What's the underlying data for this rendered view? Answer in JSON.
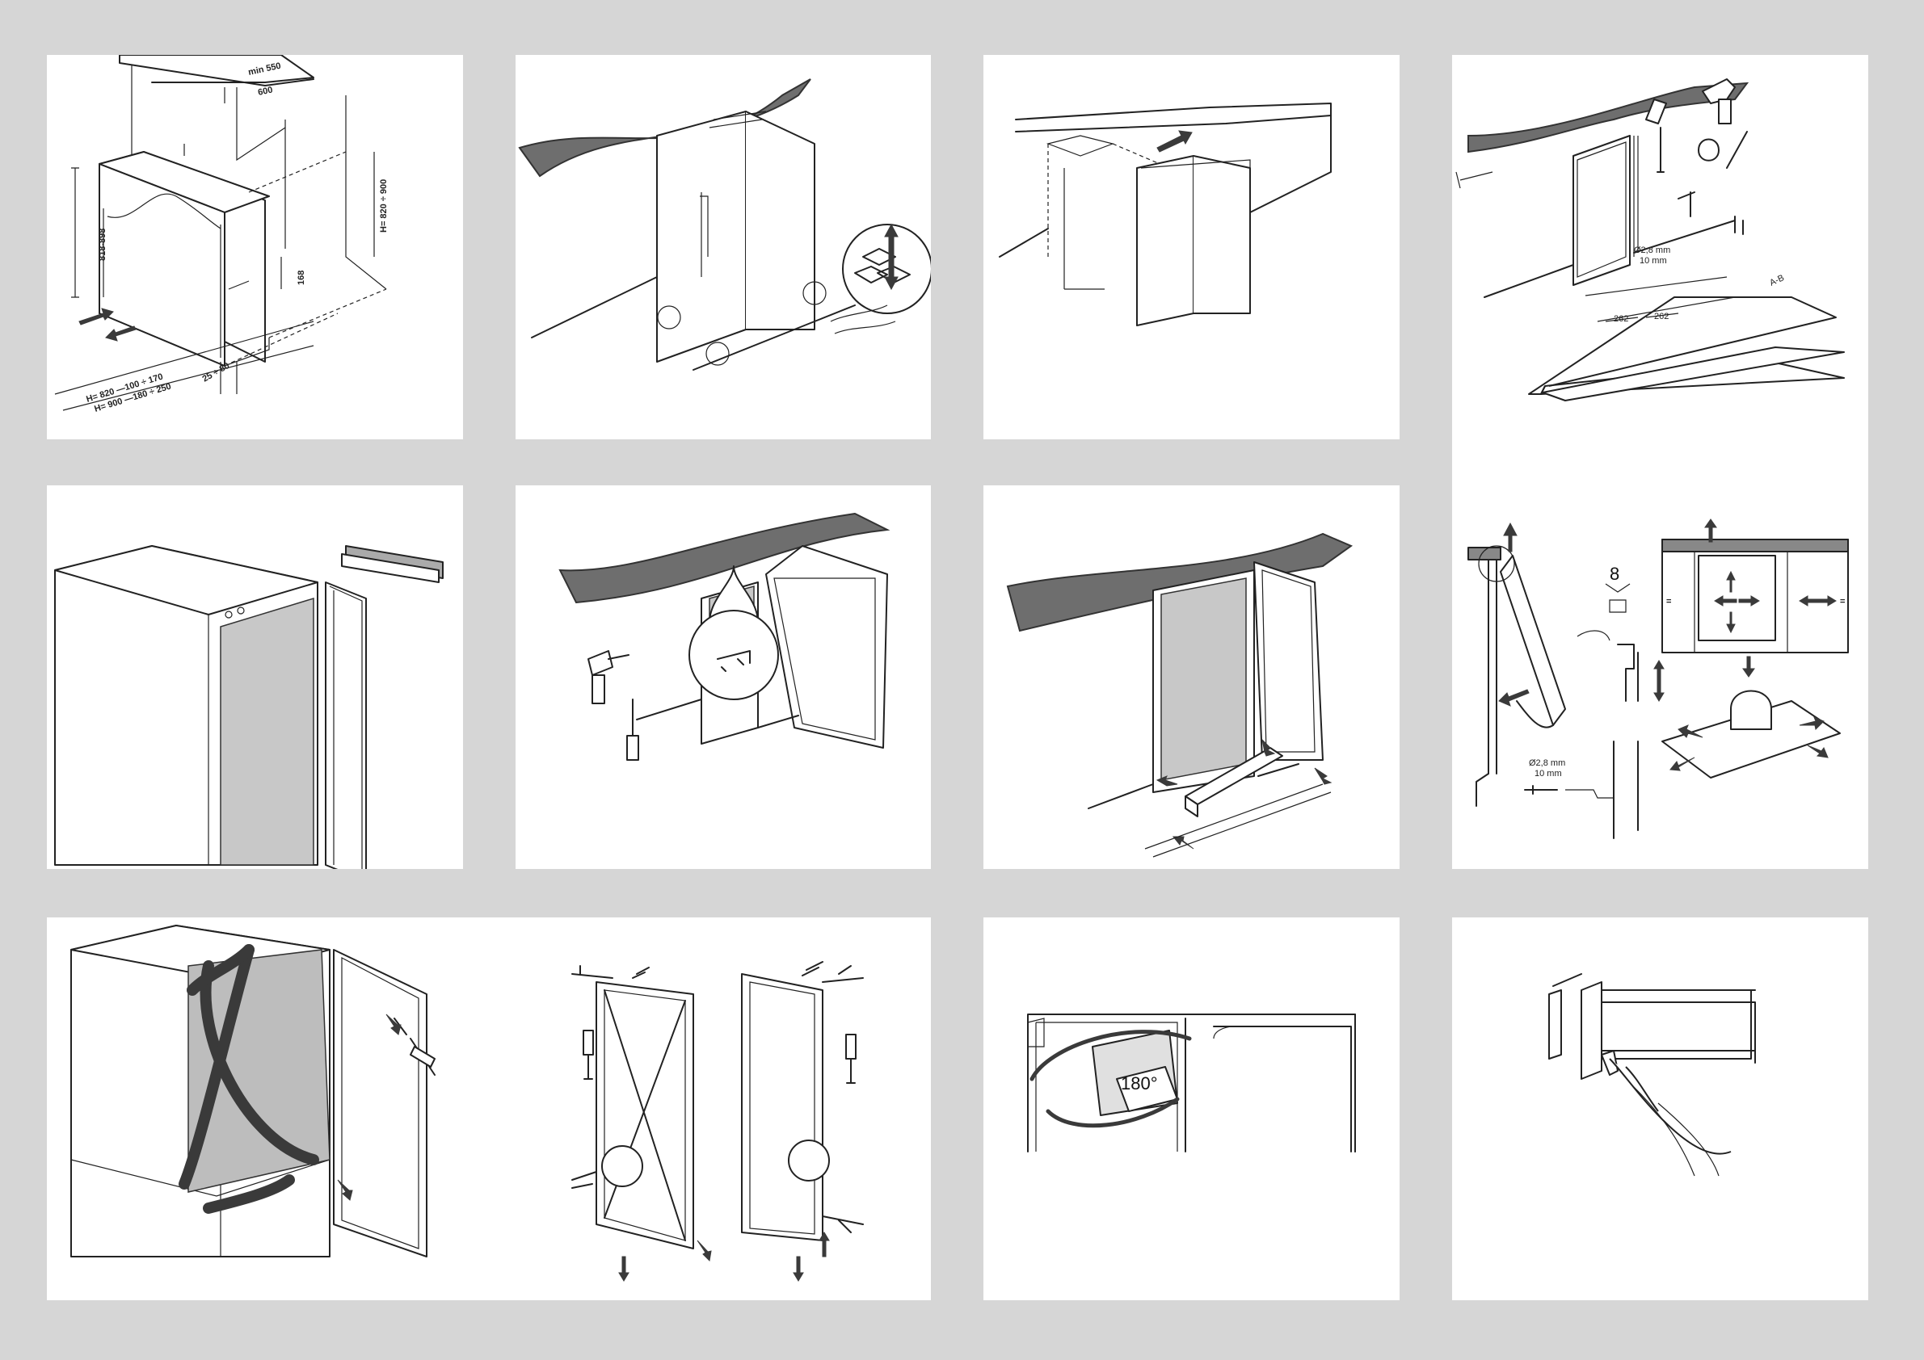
{
  "panels": [
    {
      "id": "p1",
      "step": "dimensions",
      "labels": {
        "min550": "min 550",
        "w600": "600",
        "h818": "818-898",
        "h820": "H= 820 ÷ 900",
        "h168": "168",
        "h25": "25 ÷ 80",
        "formula1": "H= 820 —100 ÷ 170",
        "formula2": "H= 900 —180 ÷ 250"
      }
    },
    {
      "id": "p2",
      "step": "adjust-feet"
    },
    {
      "id": "p3",
      "step": "push-into-niche"
    },
    {
      "id": "p4",
      "step": "mark-and-drill",
      "labels": {
        "drill1": "Ø2,8 mm",
        "depth1": "10 mm",
        "d262a": "262",
        "d262b": "262",
        "ab": "A-B"
      }
    },
    {
      "id": "p5",
      "step": "remove-door-cover"
    },
    {
      "id": "p6",
      "step": "fix-to-worktop"
    },
    {
      "id": "p7",
      "step": "fit-plinth"
    },
    {
      "id": "p8",
      "step": "align-door",
      "labels": {
        "eight": "8",
        "drill2": "Ø2,8 mm",
        "depth2": "10 mm",
        "eq1": "=",
        "eq2": "="
      }
    },
    {
      "id": "p9",
      "step": "reverse-door-hinges"
    },
    {
      "id": "p10",
      "step": "swap-door-sides"
    },
    {
      "id": "p11",
      "step": "rotate-latch",
      "labels": {
        "rot": "180°"
      }
    },
    {
      "id": "p12",
      "step": "close-door-check"
    }
  ],
  "colors": {
    "background": "#d6d6d6",
    "panel": "#ffffff",
    "worktop": "#6e6e6e",
    "arrow": "#3a3a3a",
    "glass": "#c8c8c8"
  },
  "icons": [
    "drill-icon",
    "screwdriver-icon",
    "tape-measure-icon",
    "pencil-icon",
    "hand-icon",
    "wrench-icon"
  ]
}
